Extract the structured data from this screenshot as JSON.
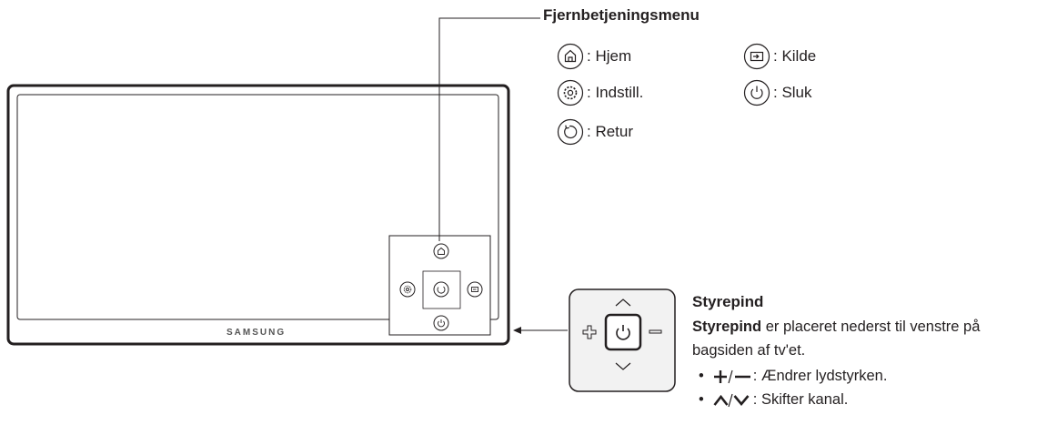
{
  "remote_menu": {
    "title": "Fjernbetjeningsmenu",
    "items": [
      {
        "icon": "home-icon",
        "label": ": Hjem"
      },
      {
        "icon": "settings-icon",
        "label": ": Indstill."
      },
      {
        "icon": "return-icon",
        "label": ": Retur"
      },
      {
        "icon": "source-icon",
        "label": ": Kilde"
      },
      {
        "icon": "power-icon",
        "label": ": Sluk"
      }
    ]
  },
  "tv": {
    "brand": "SAMSUNG"
  },
  "joystick": {
    "title": "Styrepind",
    "description_bold": "Styrepind",
    "description_rest": " er placeret nederst til venstre på bagsiden af tv'et.",
    "bullets": [
      {
        "symbols": "+/−",
        "text": ": Ændrer lydstyrken."
      },
      {
        "symbols": "∧/∨",
        "text": ": Skifter kanal."
      }
    ]
  },
  "colors": {
    "line": "#231f20",
    "frame": "#231f20",
    "panel_fill": "#f2f2f2"
  }
}
